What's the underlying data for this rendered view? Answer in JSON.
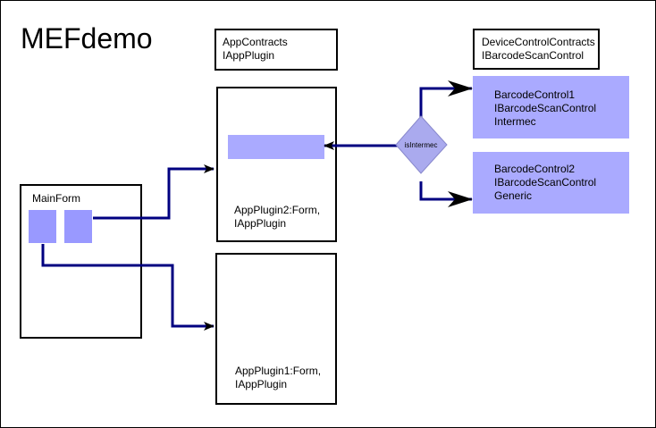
{
  "title": "MEFdemo",
  "app_contracts": {
    "line1": "AppContracts",
    "line2": "IAppPlugin"
  },
  "device_contracts": {
    "line1": "DeviceControlContracts",
    "line2": "IBarcodeScanControl"
  },
  "plugin2": {
    "line1": "AppPlugin2:Form,",
    "line2": "IAppPlugin"
  },
  "plugin1": {
    "line1": "AppPlugin1:Form,",
    "line2": "IAppPlugin"
  },
  "main_form": {
    "label": "MainForm"
  },
  "decision": {
    "label": "isIntermec"
  },
  "barcode1": {
    "line1": "BarcodeControl1",
    "line2": "IBarcodeScanControl",
    "line3": "Intermec"
  },
  "barcode2": {
    "line1": "BarcodeControl2",
    "line2": "IBarcodeScanControl",
    "line3": "Generic"
  },
  "colors": {
    "connector": "#000080",
    "component_fill": "#aaaaff",
    "button_fill": "#9999ff",
    "decision_fill": "#aaaaee"
  }
}
